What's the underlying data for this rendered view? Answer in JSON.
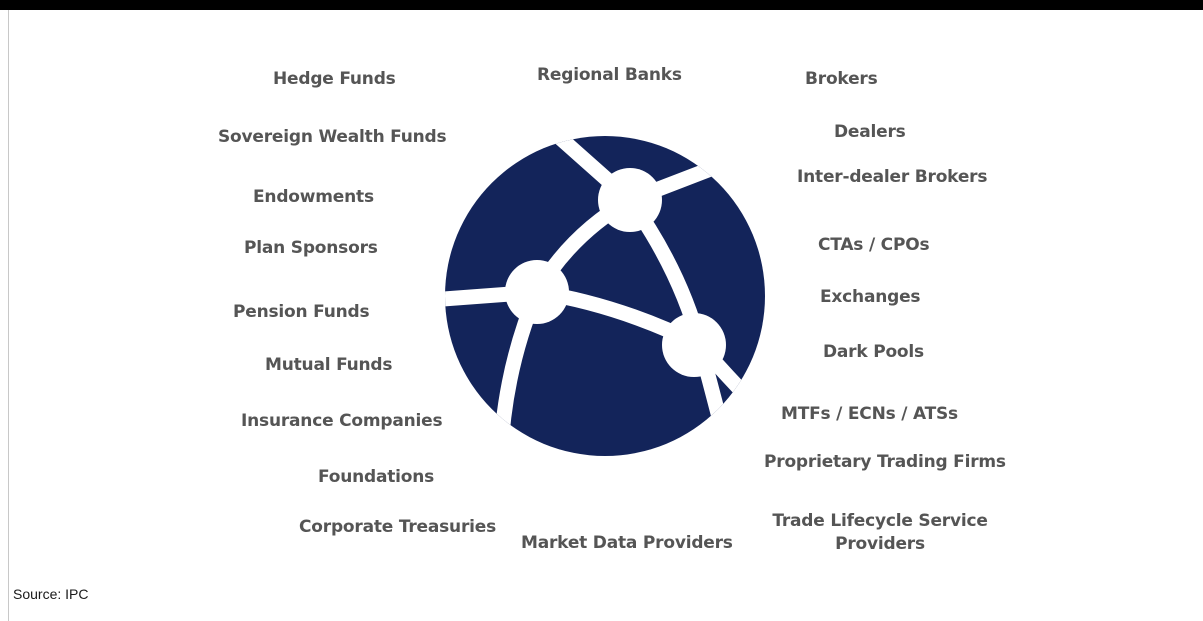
{
  "colors": {
    "globe": "#13245a",
    "label": "#555555",
    "top_bar": "#000000"
  },
  "participants_left": [
    "Hedge Funds",
    "Sovereign Wealth Funds",
    "Endowments",
    "Plan Sponsors",
    "Pension Funds",
    "Mutual Funds",
    "Insurance Companies",
    "Foundations",
    "Corporate Treasuries"
  ],
  "participants_center": [
    "Regional Banks",
    "Market Data Providers"
  ],
  "participants_right": [
    "Brokers",
    "Dealers",
    "Inter-dealer Brokers",
    "CTAs / CPOs",
    "Exchanges",
    "Dark Pools",
    "MTFs / ECNs / ATSs",
    "Proprietary Trading Firms",
    "Trade Lifecycle Service Providers"
  ],
  "network_icon": "network-globe-icon",
  "source": "Source: IPC"
}
